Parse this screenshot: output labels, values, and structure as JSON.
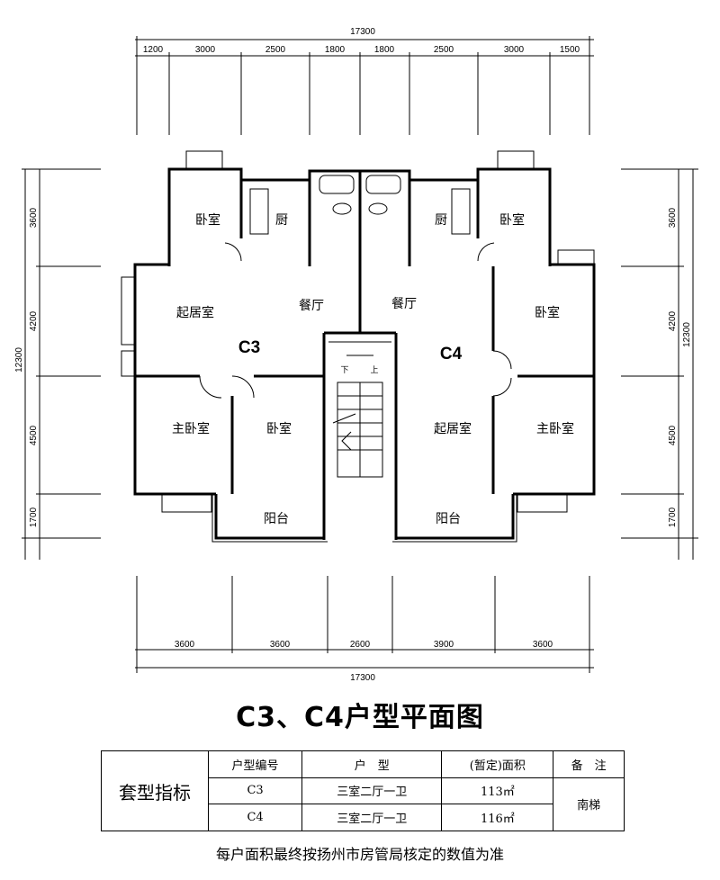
{
  "dimensions": {
    "top_total": "17300",
    "top_segments": [
      "1200",
      "3000",
      "2500",
      "1800",
      "1800",
      "2500",
      "3000",
      "1500"
    ],
    "bottom_segments": [
      "3600",
      "3600",
      "2600",
      "3900",
      "3600"
    ],
    "bottom_total": "17300",
    "left_total": "12300",
    "left_segments": [
      "3600",
      "4200",
      "4500",
      "1700"
    ],
    "right_total": "12300",
    "right_segments": [
      "3600",
      "4200",
      "4500",
      "1700"
    ]
  },
  "rooms": {
    "c3_bedroom_top": "卧室",
    "c3_kitchen": "厨",
    "c4_kitchen": "厨",
    "c4_bedroom_top": "卧室",
    "c3_living": "起居室",
    "c3_dining": "餐厅",
    "c4_dining": "餐厅",
    "c4_bedroom_right": "卧室",
    "c3_master": "主卧室",
    "c3_bedroom": "卧室",
    "c4_living": "起居室",
    "c4_master": "主卧室",
    "c3_balcony": "阳台",
    "c4_balcony": "阳台"
  },
  "stairs": {
    "down": "下",
    "up": "上"
  },
  "unit_labels": {
    "c3": "C3",
    "c4": "C4"
  },
  "title": "C3、C4户型平面图",
  "table": {
    "row_label": "套型指标",
    "headers": [
      "户型编号",
      "户　型",
      "(暂定)面积",
      "备　注"
    ],
    "rows": [
      {
        "code": "C3",
        "type": "三室二厅一卫",
        "area": "113㎡"
      },
      {
        "code": "C4",
        "type": "三室二厅一卫",
        "area": "116㎡"
      }
    ],
    "note": "南梯"
  },
  "footnote": "每户面积最终按扬州市房管局核定的数值为准"
}
